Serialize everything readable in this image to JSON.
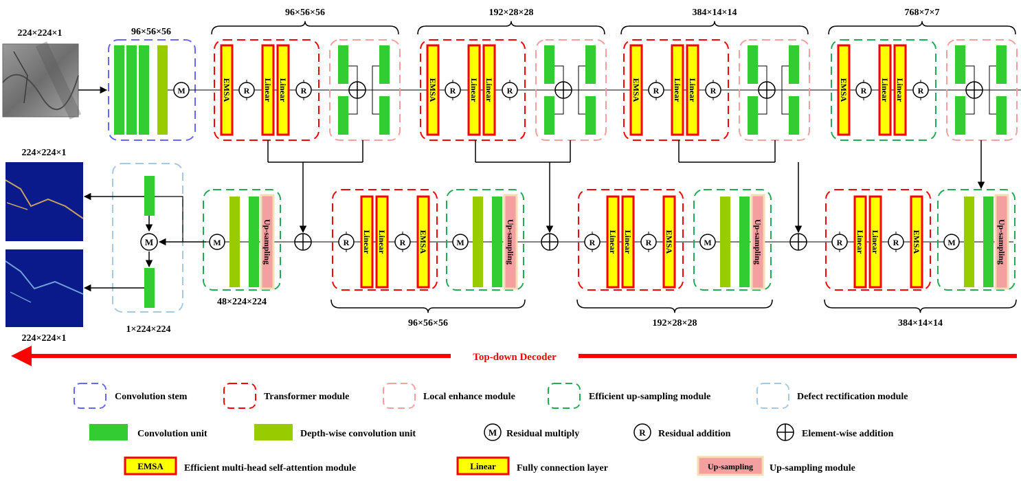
{
  "labels": {
    "input_size": "224×224×1",
    "stem_size": "96×56×56",
    "enc1": "96×56×56",
    "enc2": "192×28×28",
    "enc3": "384×14×14",
    "enc4": "768×7×7",
    "out1_size": "224×224×1",
    "out2_size": "224×224×1",
    "defect_size": "1×224×224",
    "up0_size": "48×224×224",
    "dec1": "96×56×56",
    "dec2": "192×28×28",
    "dec3": "384×14×14",
    "decoder_title": "Top-down Decoder"
  },
  "blocks": {
    "emsa": "EMSA",
    "linear": "Linear",
    "upsampling": "Up-sampling",
    "m": "M",
    "r": "R"
  },
  "legend": {
    "conv_stem": "Convolution stem",
    "transformer": "Transformer module",
    "local_enhance": "Local enhance module",
    "eff_up": "Efficient up-sampling module",
    "defect": "Defect rectification module",
    "conv_unit": "Convolution unit",
    "dw_unit": "Depth-wise convolution unit",
    "res_mul": "Residual multiply",
    "res_add": "Residual addition",
    "ew_add": "Element-wise addition",
    "emsa_box": "EMSA",
    "emsa_desc": "Efficient multi-head self-attention module",
    "linear_box": "Linear",
    "linear_desc": "Fully connection layer",
    "up_box": "Up-sampling",
    "up_desc": "Up-sampling module"
  },
  "colors": {
    "conv": "#33cc33",
    "dwconv": "#99cc00",
    "yellow": "#ffff00",
    "red": "#ff0000",
    "pink": "#f08080",
    "up_fill": "#f4a0a0",
    "stem": "#6666ff",
    "local": "#f4a0a0",
    "effup": "#22aa55",
    "defect": "#a8c8e0",
    "navy": "#0a1a8a"
  }
}
